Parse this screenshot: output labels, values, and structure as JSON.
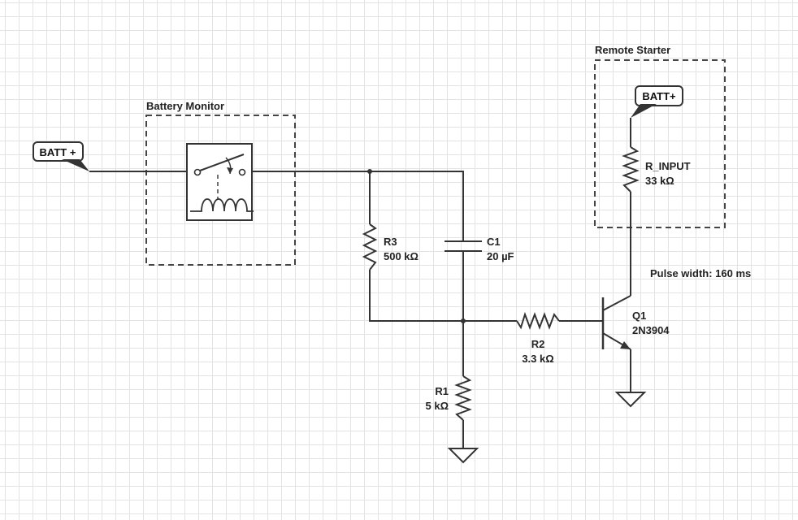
{
  "groups": {
    "battery_monitor": "Battery Monitor",
    "remote_starter": "Remote Starter"
  },
  "ports": {
    "batt_left": "BATT +",
    "batt_right": "BATT+"
  },
  "components": {
    "r3": {
      "ref": "R3",
      "value": "500 kΩ"
    },
    "c1": {
      "ref": "C1",
      "value": "20 µF"
    },
    "r2": {
      "ref": "R2",
      "value": "3.3 kΩ"
    },
    "r1": {
      "ref": "R1",
      "value": "5 kΩ"
    },
    "q1": {
      "ref": "Q1",
      "value": "2N3904"
    },
    "r_input": {
      "ref": "R_INPUT",
      "value": "33 kΩ"
    }
  },
  "annotations": {
    "pulse_width": "Pulse width: 160 ms"
  },
  "colors": {
    "wire": "#333333",
    "grid": "#e3e3e3",
    "background": "#ffffff"
  }
}
